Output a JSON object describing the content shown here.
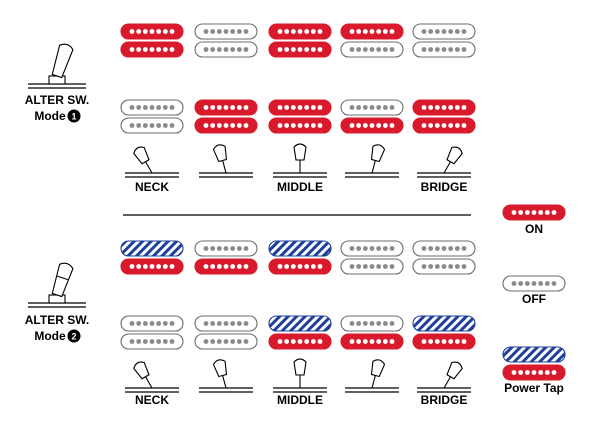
{
  "colors": {
    "on": "#d9192c",
    "off_fill": "#ffffff",
    "off_dot": "#8a8a8a",
    "tap": "#1f3f9c",
    "stroke": "#6e6e6e"
  },
  "modes": [
    {
      "label_line1": "ALTER SW.",
      "label_line2": "Mode",
      "badge": "1",
      "switch_lever": "up",
      "rows": [
        [
          [
            "on",
            "on"
          ],
          [
            "off",
            "off"
          ],
          [
            "on",
            "on"
          ],
          [
            "on",
            "off"
          ],
          [
            "off",
            "off"
          ]
        ],
        [
          [
            "off",
            "off"
          ],
          [
            "on",
            "on"
          ],
          [
            "on",
            "on"
          ],
          [
            "off",
            "on"
          ],
          [
            "on",
            "on"
          ]
        ]
      ],
      "positions": [
        "NECK",
        "",
        "MIDDLE",
        "",
        "BRIDGE"
      ]
    },
    {
      "label_line1": "ALTER SW.",
      "label_line2": "Mode",
      "badge": "2",
      "switch_lever": "down",
      "rows": [
        [
          [
            "tap",
            "on"
          ],
          [
            "off",
            "on"
          ],
          [
            "tap",
            "on"
          ],
          [
            "off",
            "off"
          ],
          [
            "off",
            "off"
          ]
        ],
        [
          [
            "off",
            "off"
          ],
          [
            "off",
            "off"
          ],
          [
            "tap",
            "on"
          ],
          [
            "off",
            "on"
          ],
          [
            "tap",
            "on"
          ]
        ]
      ],
      "positions": [
        "NECK",
        "",
        "MIDDLE",
        "",
        "BRIDGE"
      ]
    }
  ],
  "switch_lever_angles": [
    -30,
    -15,
    0,
    15,
    30
  ],
  "legend": [
    {
      "type": "on",
      "label": "ON"
    },
    {
      "type": "off",
      "label": "OFF"
    },
    {
      "type": "tap_on",
      "label": "Power Tap"
    }
  ]
}
